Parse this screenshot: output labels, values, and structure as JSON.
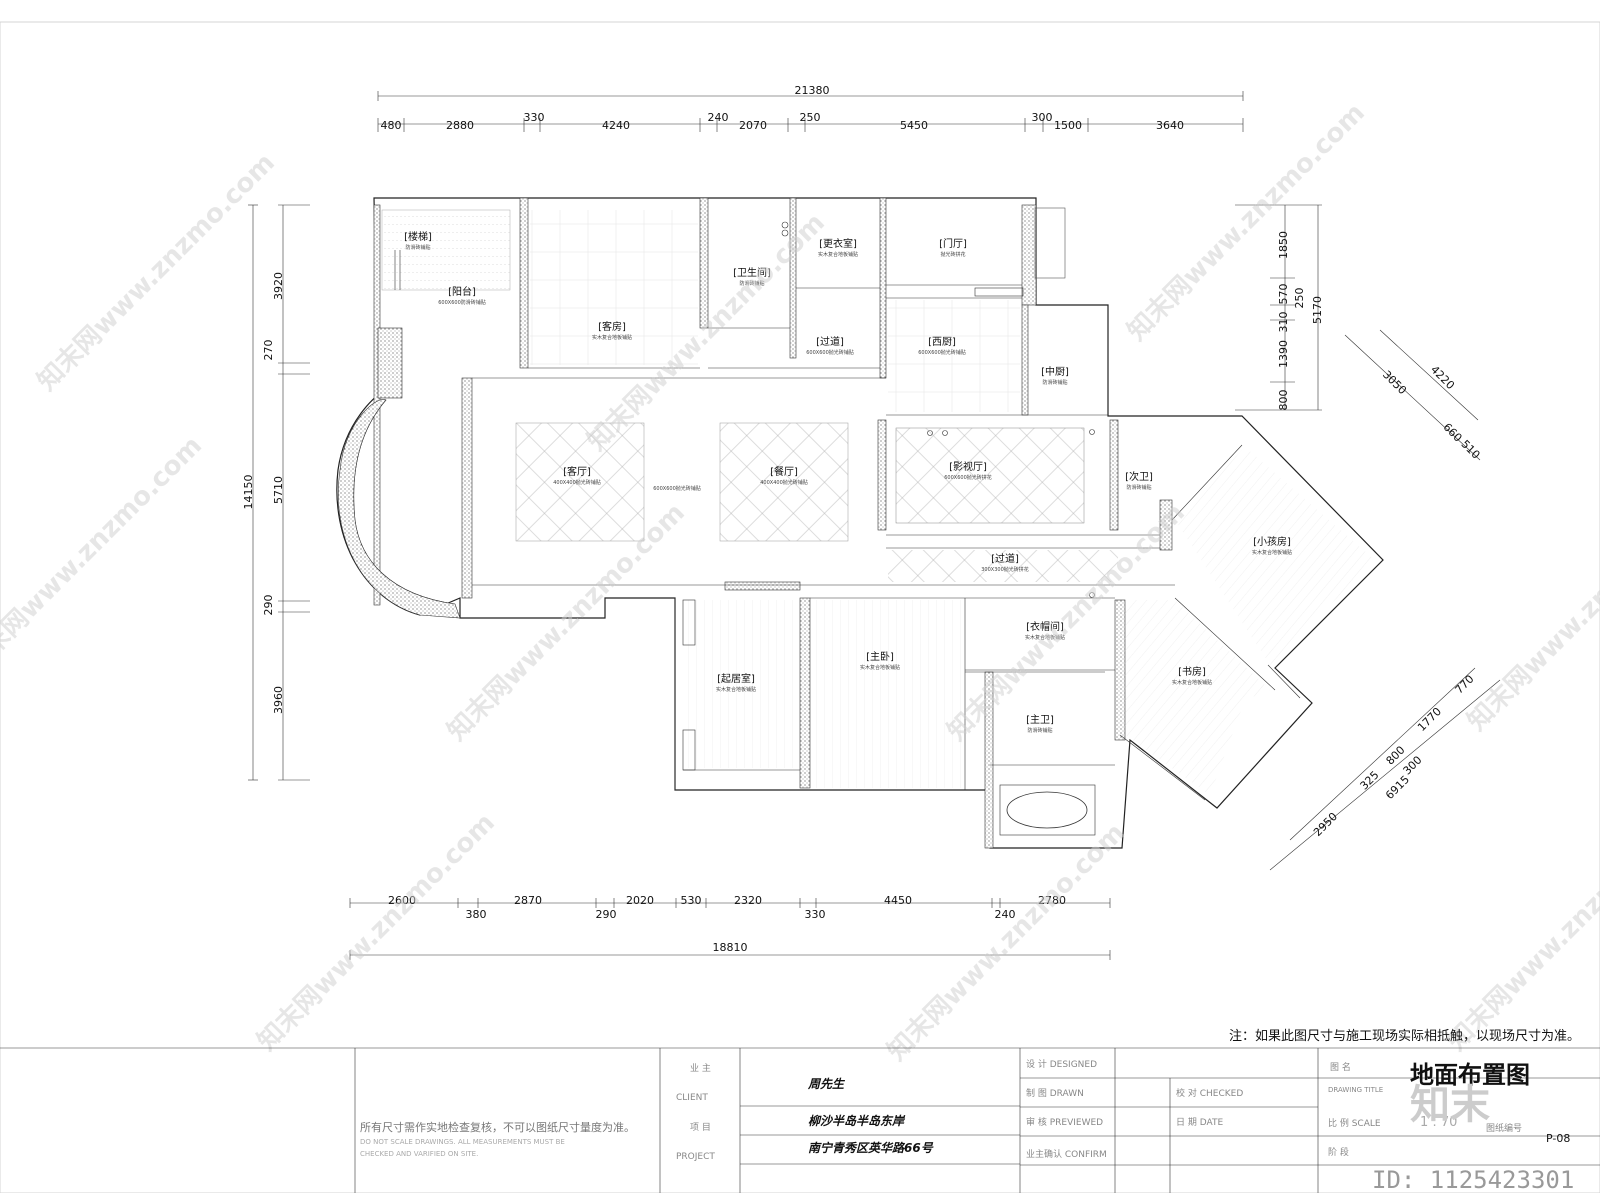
{
  "dims_top": {
    "total": "21380",
    "segments": [
      "480",
      "2880",
      "330",
      "4240",
      "240",
      "2070",
      "250",
      "5450",
      "300",
      "1500",
      "3640"
    ]
  },
  "dims_bottom": {
    "total": "18810",
    "upper": [
      "2600",
      "2870",
      "2020",
      "530",
      "2320",
      "4450",
      "2780"
    ],
    "lower": [
      "380",
      "290",
      "330",
      "240"
    ]
  },
  "dims_left": {
    "total": "14150",
    "segments": [
      "3920",
      "270",
      "5710",
      "290",
      "3960"
    ]
  },
  "dims_right": {
    "segments": [
      "1850",
      "570",
      "250",
      "310",
      "1390",
      "800"
    ],
    "total": "5170"
  },
  "dims_diag_upper": [
    "3050",
    "4220",
    "660",
    "510"
  ],
  "dims_diag_lower": [
    "770",
    "1770",
    "800",
    "300",
    "325",
    "6915",
    "2950"
  ],
  "rooms": [
    {
      "label": "[楼梯]",
      "note": "防滑砖铺贴"
    },
    {
      "label": "[阳台]",
      "note": "600X600防滑砖铺贴"
    },
    {
      "label": "[客房]",
      "note": "实木复合地板铺贴"
    },
    {
      "label": "[卫生间]",
      "note": "防滑砖铺贴"
    },
    {
      "label": "[更衣室]",
      "note": "实木复合地板铺贴"
    },
    {
      "label": "[门厅]",
      "note": "抛光砖拼花"
    },
    {
      "label": "[过道]",
      "note": "600X600抛光砖铺贴"
    },
    {
      "label": "[西厨]",
      "note": "600X600抛光砖铺贴"
    },
    {
      "label": "[中厨]",
      "note": "防滑砖铺贴"
    },
    {
      "label": "[客厅]",
      "note": "400X400抛光砖铺贴"
    },
    {
      "label": "[餐厅]",
      "note": "400X400抛光砖铺贴"
    },
    {
      "label": "[影视厅]",
      "note": "600X600抛光砖拼花"
    },
    {
      "label": "[次卫]",
      "note": "防滑砖铺贴"
    },
    {
      "label": "[小孩房]",
      "note": "实木复合地板铺贴"
    },
    {
      "label": "[过道]",
      "note": "300X300抛光砖拼花"
    },
    {
      "label": "[衣帽间]",
      "note": "实木复合地板铺贴"
    },
    {
      "label": "[主卧]",
      "note": "实木复合地板铺贴"
    },
    {
      "label": "[起居室]",
      "note": "实木复合地板铺贴"
    },
    {
      "label": "[书房]",
      "note": "实木复合地板铺贴"
    },
    {
      "label": "[主卫]",
      "note": "防滑砖铺贴"
    }
  ],
  "center_note": "600X600抛光砖铺贴",
  "watermark": "知末网www.znzmo.com",
  "note": "注：如果此图尺寸与施工现场实际相抵触，以现场尺寸为准。",
  "title_block": {
    "disclaimer_cn": "所有尺寸需作实地检查复核，不可以图纸尺寸量度为准。",
    "disclaimer_en1": "DO NOT SCALE DRAWINGS. ALL MEASUREMENTS MUST BE",
    "disclaimer_en2": "CHECKED AND VARIFIED ON SITE.",
    "client_cn": "业  主",
    "client_en": "CLIENT",
    "client_value": "周先生",
    "project_cn": "项  目",
    "project_en": "PROJECT",
    "project_value_1": "柳沙半岛半岛东岸",
    "project_value_2": "南宁青秀区英华路66号",
    "design": "设 计 DESIGNED",
    "drawn": "制 图 DRAWN",
    "reviewed": "审 核 PREVIEWED",
    "confirm": "业主确认 CONFIRM",
    "checked": "校 对 CHECKED",
    "date": "日 期 DATE",
    "title_label_cn": "图  名",
    "title_label_en": "DRAWING TITLE",
    "title_value": "地面布置图",
    "scale_label": "比  例 SCALE",
    "scale_value": "1 : 70",
    "drawing_no_label": "图纸编号",
    "stage_label": "阶  段",
    "page_no": "P-08",
    "logo": "知末",
    "id": "ID: 1125423301"
  }
}
